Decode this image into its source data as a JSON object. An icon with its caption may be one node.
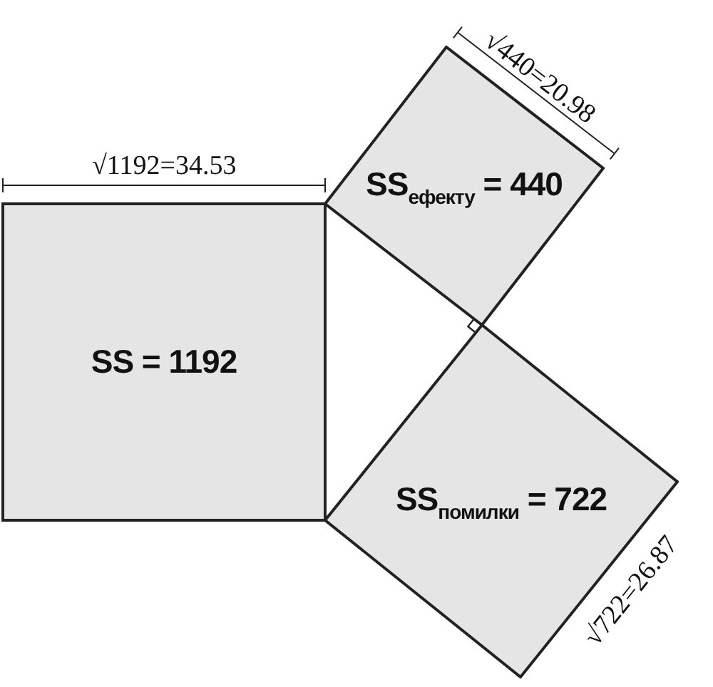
{
  "diagram": {
    "nodes": [
      {
        "text": [
          "SS = 1192"
        ]
      },
      {
        "text": [
          "SS$_{ефекту}$ = 440"
        ]
      },
      {
        "text": [
          "SS$_{помилки}$ = 722"
        ]
      }
    ],
    "edges": [],
    "labels": [
      "√440=20.98",
      "√1192=34.53",
      "√722=26.87"
    ]
  }
}
